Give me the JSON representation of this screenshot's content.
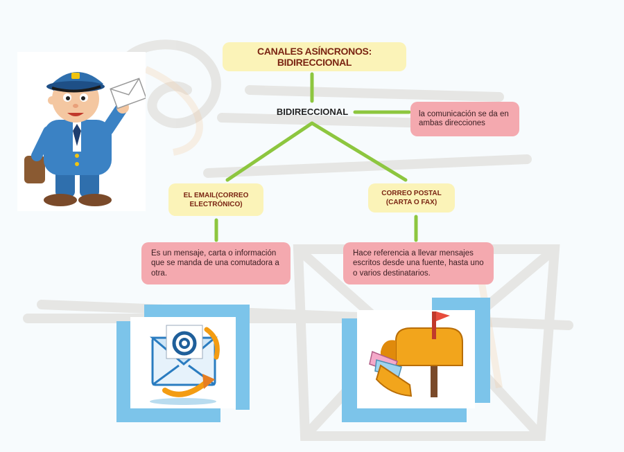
{
  "title": "CANALES ASÍNCRONOS: BIDIRECCIONAL",
  "bidireccional": {
    "label": "BIDIRECCIONAL",
    "note": "la comunicación se da en ambas direcciones"
  },
  "branches": [
    {
      "label_line1": "EL EMAIL(CORREO",
      "label_line2": "ELECTRÓNICO)",
      "description": "Es un mensaje, carta o información que se manda de una comutadora a otra."
    },
    {
      "label_line1": "CORREO POSTAL",
      "label_line2": "(CARTA O FAX)",
      "description": "Hace referencia a llevar mensajes escritos desde una fuente, hasta uno o varios destinatarios."
    }
  ],
  "colors": {
    "connector": "#8dc63f",
    "yellow_box": "#fbf3b8",
    "pink_box": "#f4a9af",
    "frame_blue": "#7cc4ea"
  },
  "icons": [
    "postman-icon",
    "email-envelope-icon",
    "mailbox-icon"
  ]
}
